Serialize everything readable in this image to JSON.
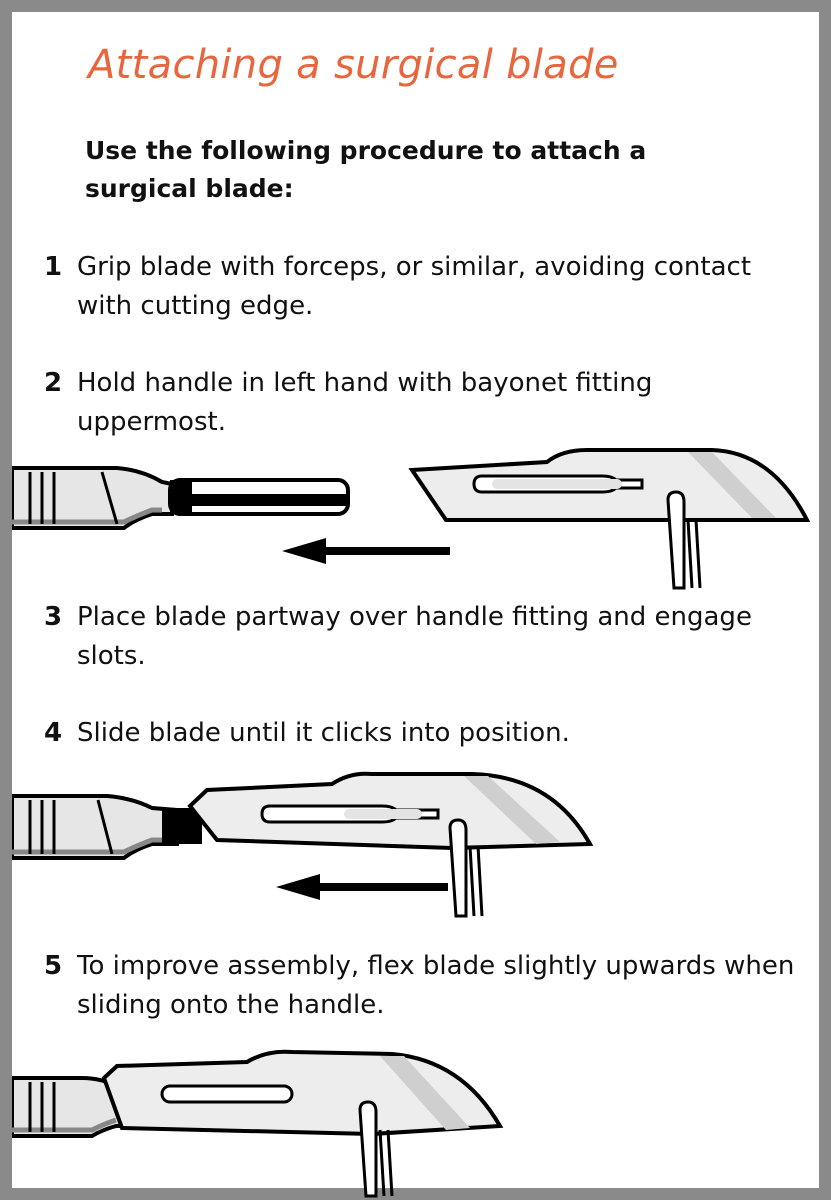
{
  "title": "Attaching a surgical blade",
  "intro": {
    "prefix": "Use the following procedure to ",
    "emphasis": "attach",
    "suffix": " a surgical blade:"
  },
  "steps": [
    {
      "number": "1",
      "text": "Grip blade with forceps, or similar, avoiding contact with cutting edge."
    },
    {
      "number": "2",
      "text": "Hold handle in left hand with bayonet fitting uppermost."
    },
    {
      "number": "3",
      "text": "Place blade partway over handle fitting and engage slots."
    },
    {
      "number": "4",
      "text": "Slide blade until it clicks into position."
    },
    {
      "number": "5",
      "text": "To improve assembly, flex blade slightly upwards when sliding onto the handle."
    }
  ],
  "colors": {
    "title": "#e8663d",
    "frame": "#8a8a8a",
    "handle_fill": "#e6e6e6",
    "blade_fill": "#ededed"
  },
  "illustrations": [
    {
      "name": "handle-and-blade-separated",
      "icons": [
        "scalpel-handle-icon",
        "surgical-blade-icon",
        "forceps-icon",
        "left-arrow-icon"
      ]
    },
    {
      "name": "blade-engaged-on-handle",
      "icons": [
        "scalpel-handle-icon",
        "surgical-blade-icon",
        "forceps-icon",
        "left-arrow-icon"
      ]
    },
    {
      "name": "blade-flexed-onto-handle",
      "icons": [
        "scalpel-handle-icon",
        "surgical-blade-icon",
        "forceps-icon"
      ]
    }
  ]
}
